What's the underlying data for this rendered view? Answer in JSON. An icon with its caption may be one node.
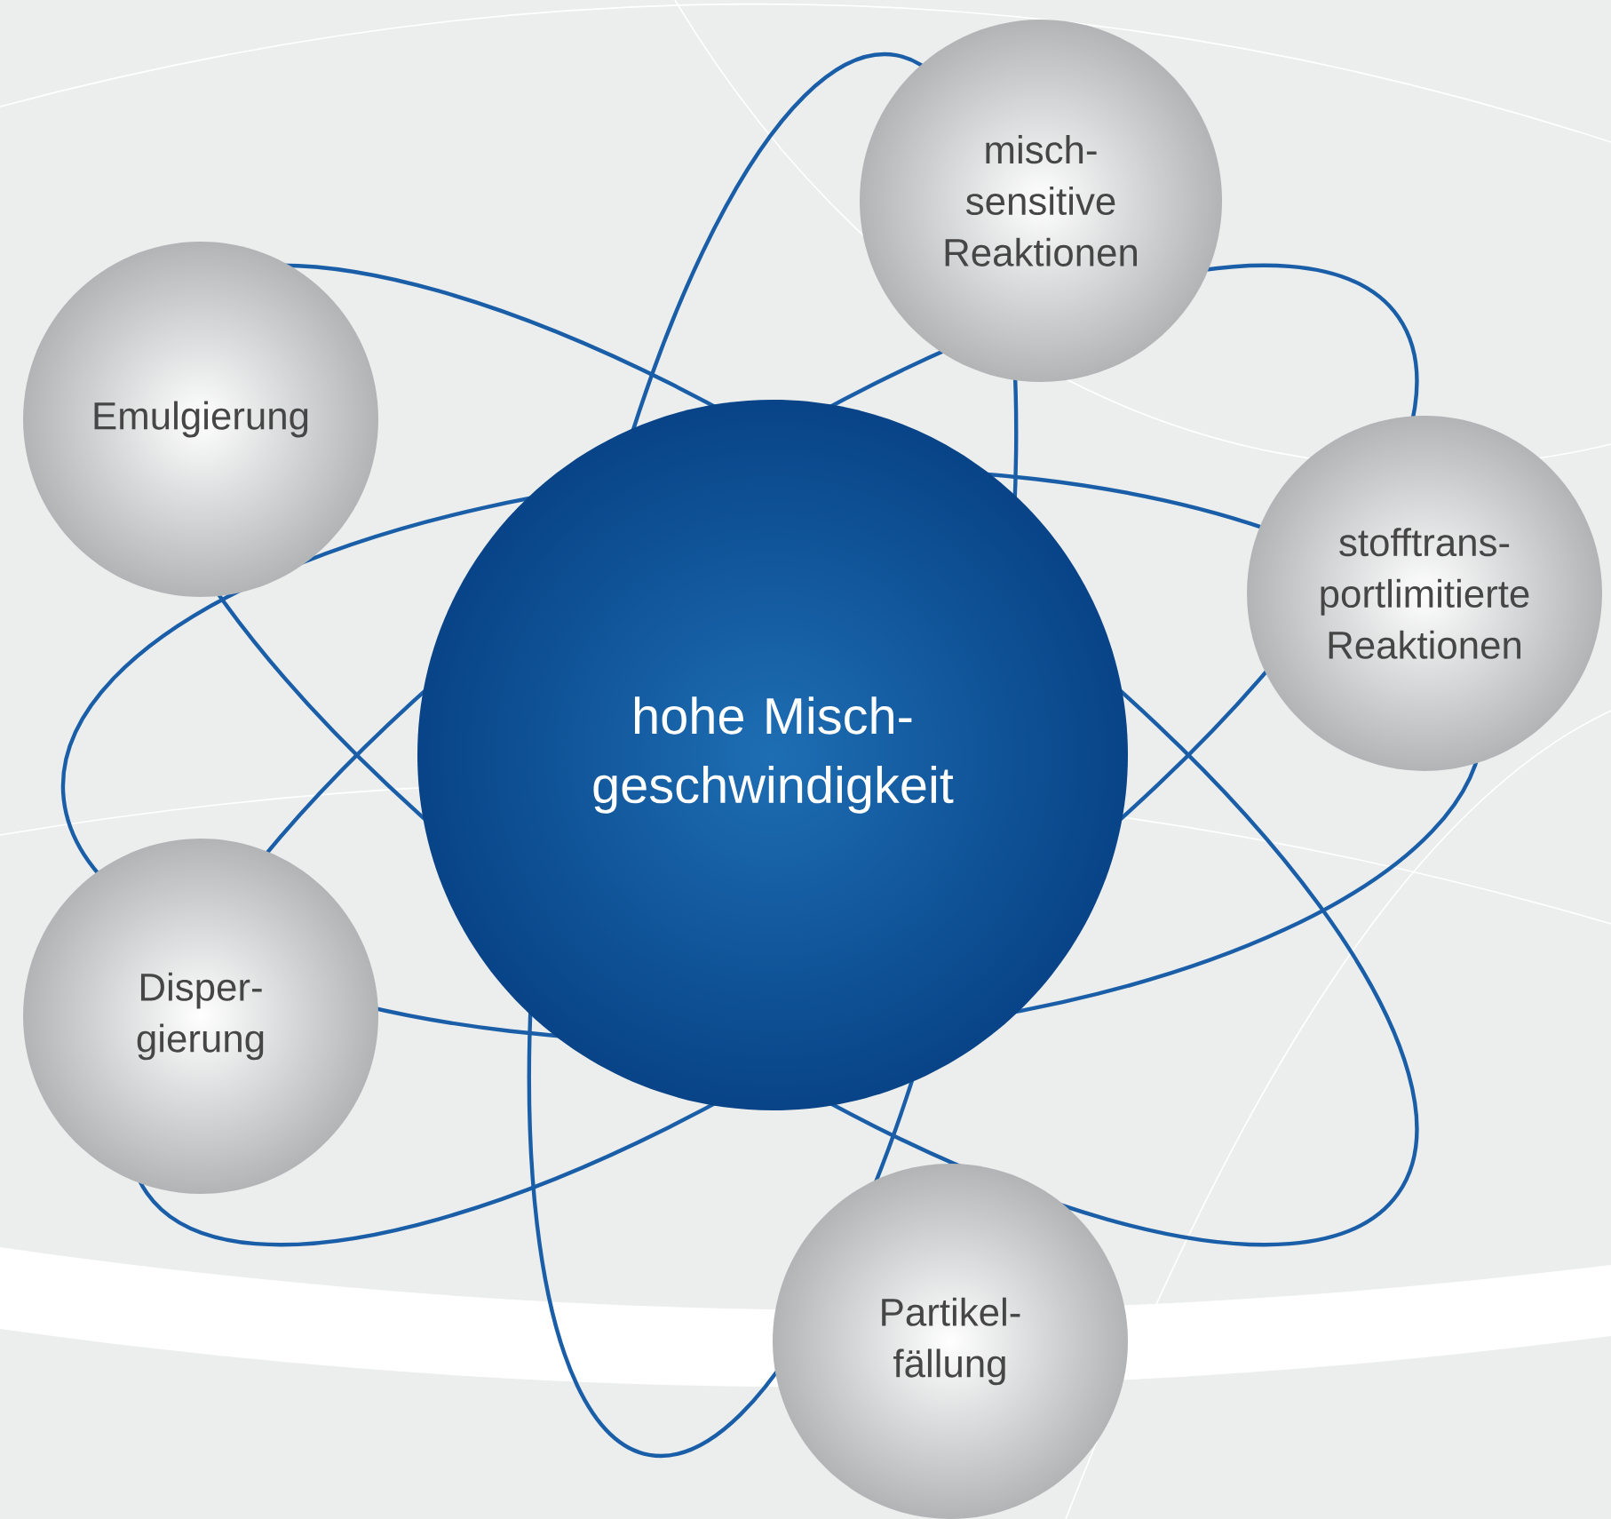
{
  "diagram": {
    "nodes": [
      {
        "text": [
          "misch- sensitive Reaktionen"
        ]
      },
      {
        "text": [
          "Emulgierung"
        ]
      },
      {
        "text": [
          "stofftrans- portlimitierte Reaktionen"
        ]
      },
      {
        "text": [
          "hohe Misch- geschwindigkeit"
        ]
      },
      {
        "text": [
          "Disper- gierung"
        ]
      },
      {
        "text": [
          "Partikel- fällung"
        ]
      }
    ]
  }
}
